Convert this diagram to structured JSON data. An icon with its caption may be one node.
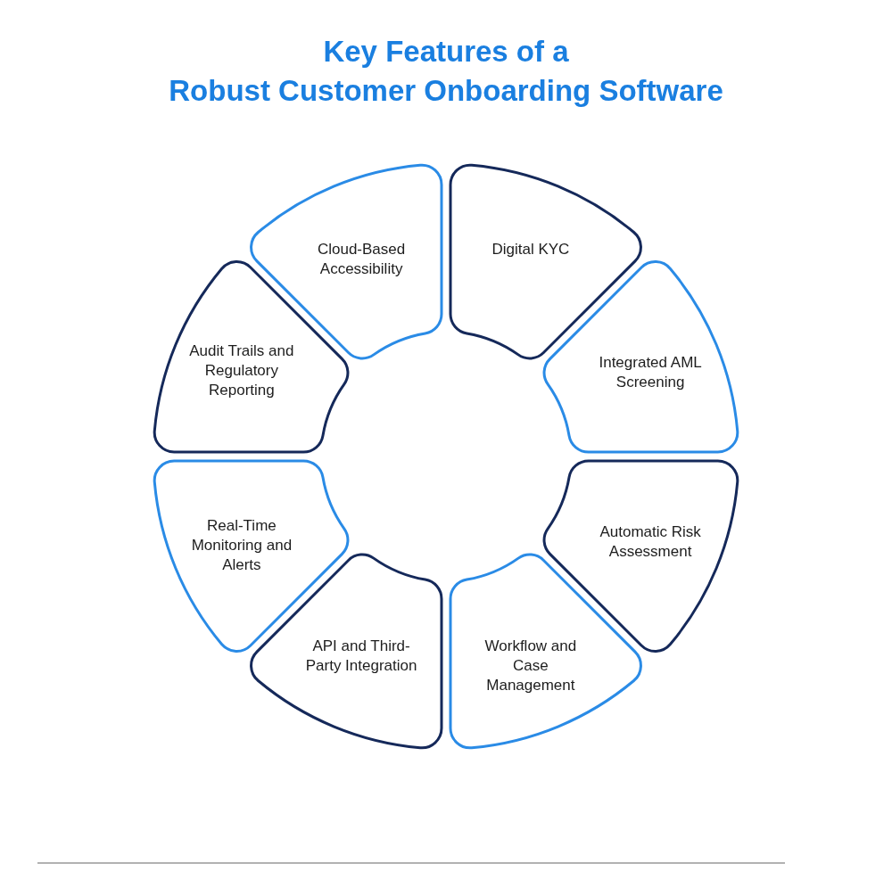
{
  "diagram": {
    "title": "Key Features of a Robust Customer Onboarding Software",
    "nodes": [
      {
        "text": [
          "Cloud-Based Accessibility"
        ]
      },
      {
        "text": [
          "Digital KYC"
        ]
      },
      {
        "text": [
          "Integrated AML Screening"
        ]
      },
      {
        "text": [
          "Automatic Risk Assessment"
        ]
      },
      {
        "text": [
          "Workflow and Case Management"
        ]
      },
      {
        "text": [
          "API and Third-Party Integration"
        ]
      },
      {
        "text": [
          "Real-Time Monitoring and Alerts"
        ]
      },
      {
        "text": [
          "Audit Trails and Regulatory Reporting"
        ]
      }
    ]
  }
}
